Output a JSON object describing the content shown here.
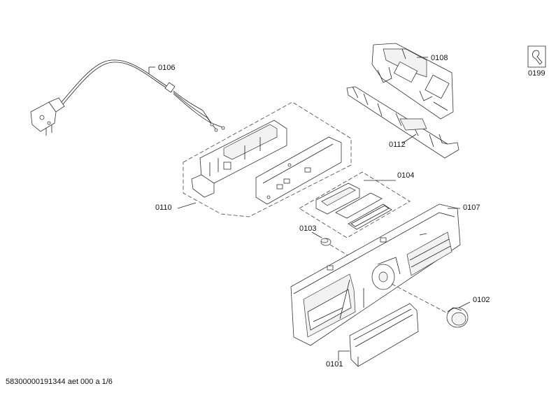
{
  "labels": {
    "p0106": "0106",
    "p0108": "0108",
    "p0112": "0112",
    "p0104": "0104",
    "p0110": "0110",
    "p0103": "0103",
    "p0107": "0107",
    "p0102": "0102",
    "p0101": "0101",
    "p0199": "0199"
  },
  "footer": "58300000191344 aet 000 a 1/6",
  "colors": {
    "line": "#333333",
    "background": "#ffffff"
  },
  "icons": [
    "wrench-manual-icon"
  ]
}
